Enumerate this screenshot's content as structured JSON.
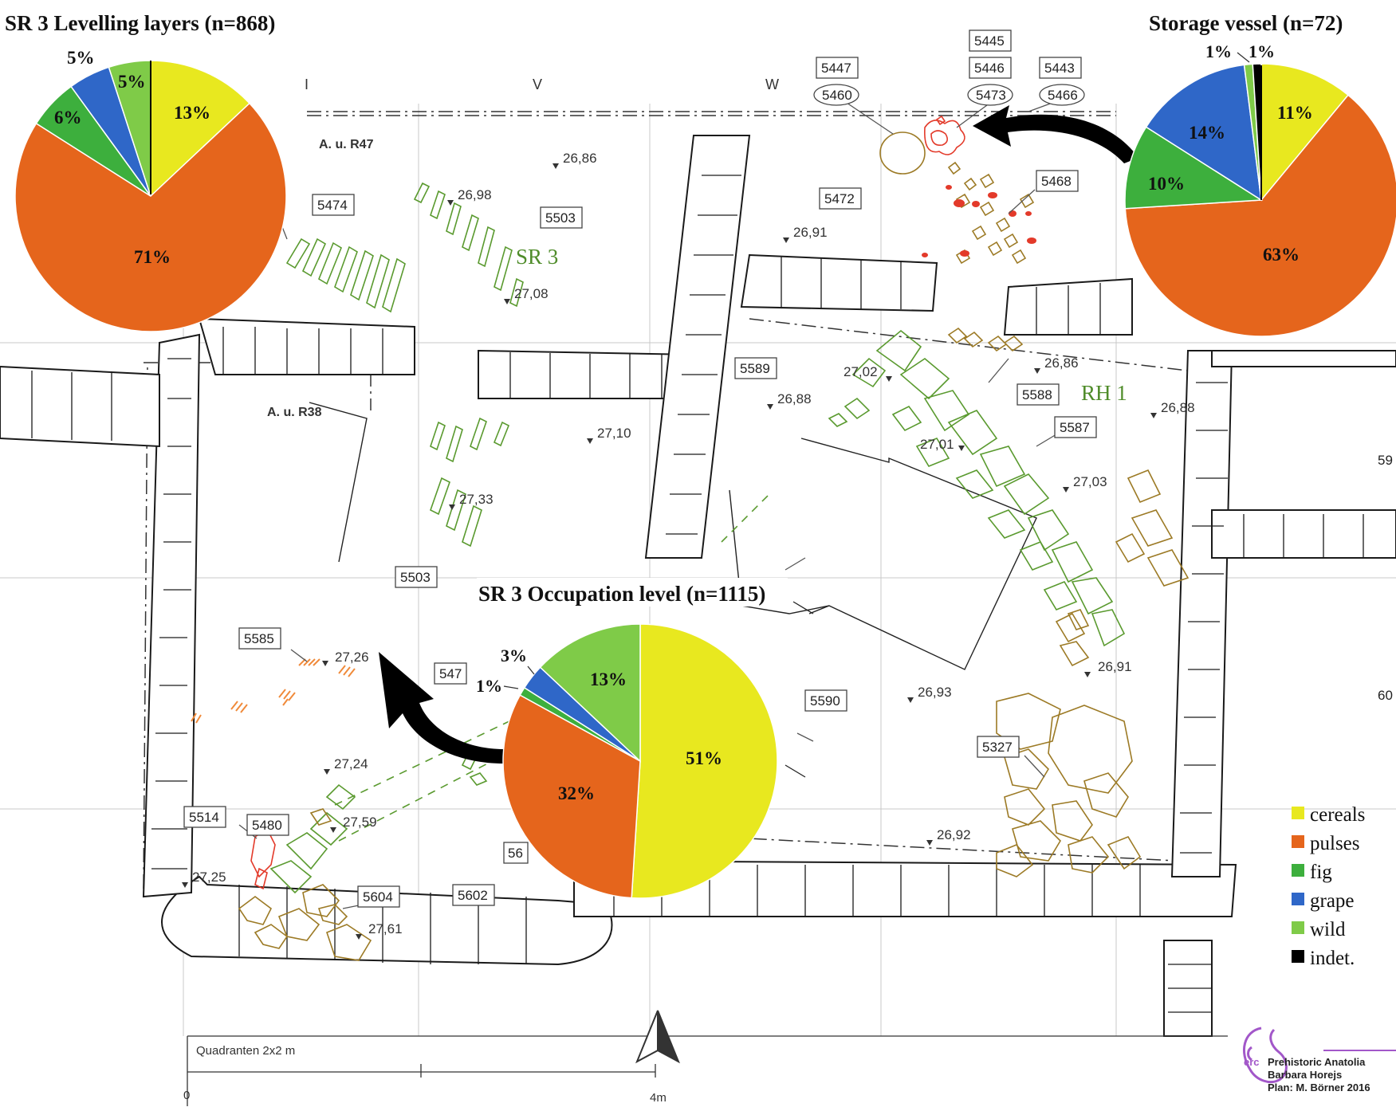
{
  "colors": {
    "cereals": "#e8e81f",
    "pulses": "#e5651c",
    "fig": "#3daf3d",
    "grape": "#2f67c8",
    "wild": "#7fcb48",
    "indet": "#000000",
    "stone_outline": "#1a1a1a",
    "green_feature": "#5a9a2f",
    "brown_feature": "#9c7a25",
    "red_feature": "#e33a2a",
    "orange_hatch": "#f08a3a"
  },
  "charts": {
    "levelling": {
      "title": "SR 3 Levelling layers (n=868)",
      "type": "pie",
      "slices": [
        {
          "category": "cereals",
          "percent": 13,
          "label": "13%"
        },
        {
          "category": "pulses",
          "percent": 71,
          "label": "71%"
        },
        {
          "category": "fig",
          "percent": 6,
          "label": "6%"
        },
        {
          "category": "grape",
          "percent": 5,
          "label": "5%"
        },
        {
          "category": "wild",
          "percent": 5,
          "label": "5%"
        }
      ]
    },
    "storage": {
      "title": "Storage vessel (n=72)",
      "type": "pie",
      "slices": [
        {
          "category": "cereals",
          "percent": 11,
          "label": "11%"
        },
        {
          "category": "pulses",
          "percent": 63,
          "label": "63%"
        },
        {
          "category": "fig",
          "percent": 10,
          "label": "10%"
        },
        {
          "category": "grape",
          "percent": 14,
          "label": "14%"
        },
        {
          "category": "wild",
          "percent": 1,
          "label": "1%"
        },
        {
          "category": "indet",
          "percent": 1,
          "label": "1%"
        }
      ]
    },
    "occupation": {
      "title": "SR 3 Occupation level (n=1115)",
      "type": "pie",
      "slices": [
        {
          "category": "cereals",
          "percent": 51,
          "label": "51%"
        },
        {
          "category": "pulses",
          "percent": 32,
          "label": "32%"
        },
        {
          "category": "fig",
          "percent": 1,
          "label": "1%"
        },
        {
          "category": "grape",
          "percent": 3,
          "label": "3%"
        },
        {
          "category": "wild",
          "percent": 13,
          "label": "13%"
        }
      ]
    }
  },
  "legend": {
    "items": [
      {
        "category": "cereals",
        "label": "cereals"
      },
      {
        "category": "pulses",
        "label": "pulses"
      },
      {
        "category": "fig",
        "label": "fig"
      },
      {
        "category": "grape",
        "label": "grape"
      },
      {
        "category": "wild",
        "label": "wild"
      },
      {
        "category": "indet",
        "label": "indet."
      }
    ]
  },
  "map": {
    "grid_columns": [
      "I",
      "V",
      "W"
    ],
    "rooms": [
      "A. u. R47",
      "A. u. R38"
    ],
    "feature_labels": [
      "5445",
      "5446",
      "5443",
      "5447",
      "5474",
      "5503",
      "5472",
      "5468",
      "5589",
      "5588",
      "5587",
      "5503",
      "5585",
      "547",
      "5590",
      "5327",
      "5514",
      "5480",
      "5604",
      "5602",
      "56",
      "59",
      "60"
    ],
    "ellipse_labels": [
      "5460",
      "5473",
      "5466"
    ],
    "elevations": [
      "26,86",
      "26,98",
      "26,91",
      "27,08",
      "27,02",
      "26,86",
      "26,88",
      "26,88",
      "27,10",
      "27,01",
      "27,03",
      "27,33",
      "27,26",
      "26,91",
      "26,93",
      "27,24",
      "27,59",
      "26,92",
      "27,25",
      "27,61"
    ],
    "area_labels": [
      "SR 3",
      "RH 1"
    ],
    "scale": {
      "caption": "Quadranten 2x2 m",
      "start": "0",
      "end": "4m"
    }
  },
  "credits": {
    "org": "erc",
    "line1": "Prehistoric Anatolia",
    "line2": "Barbara Horejs",
    "line3": "Plan: M. Börner 2016"
  }
}
